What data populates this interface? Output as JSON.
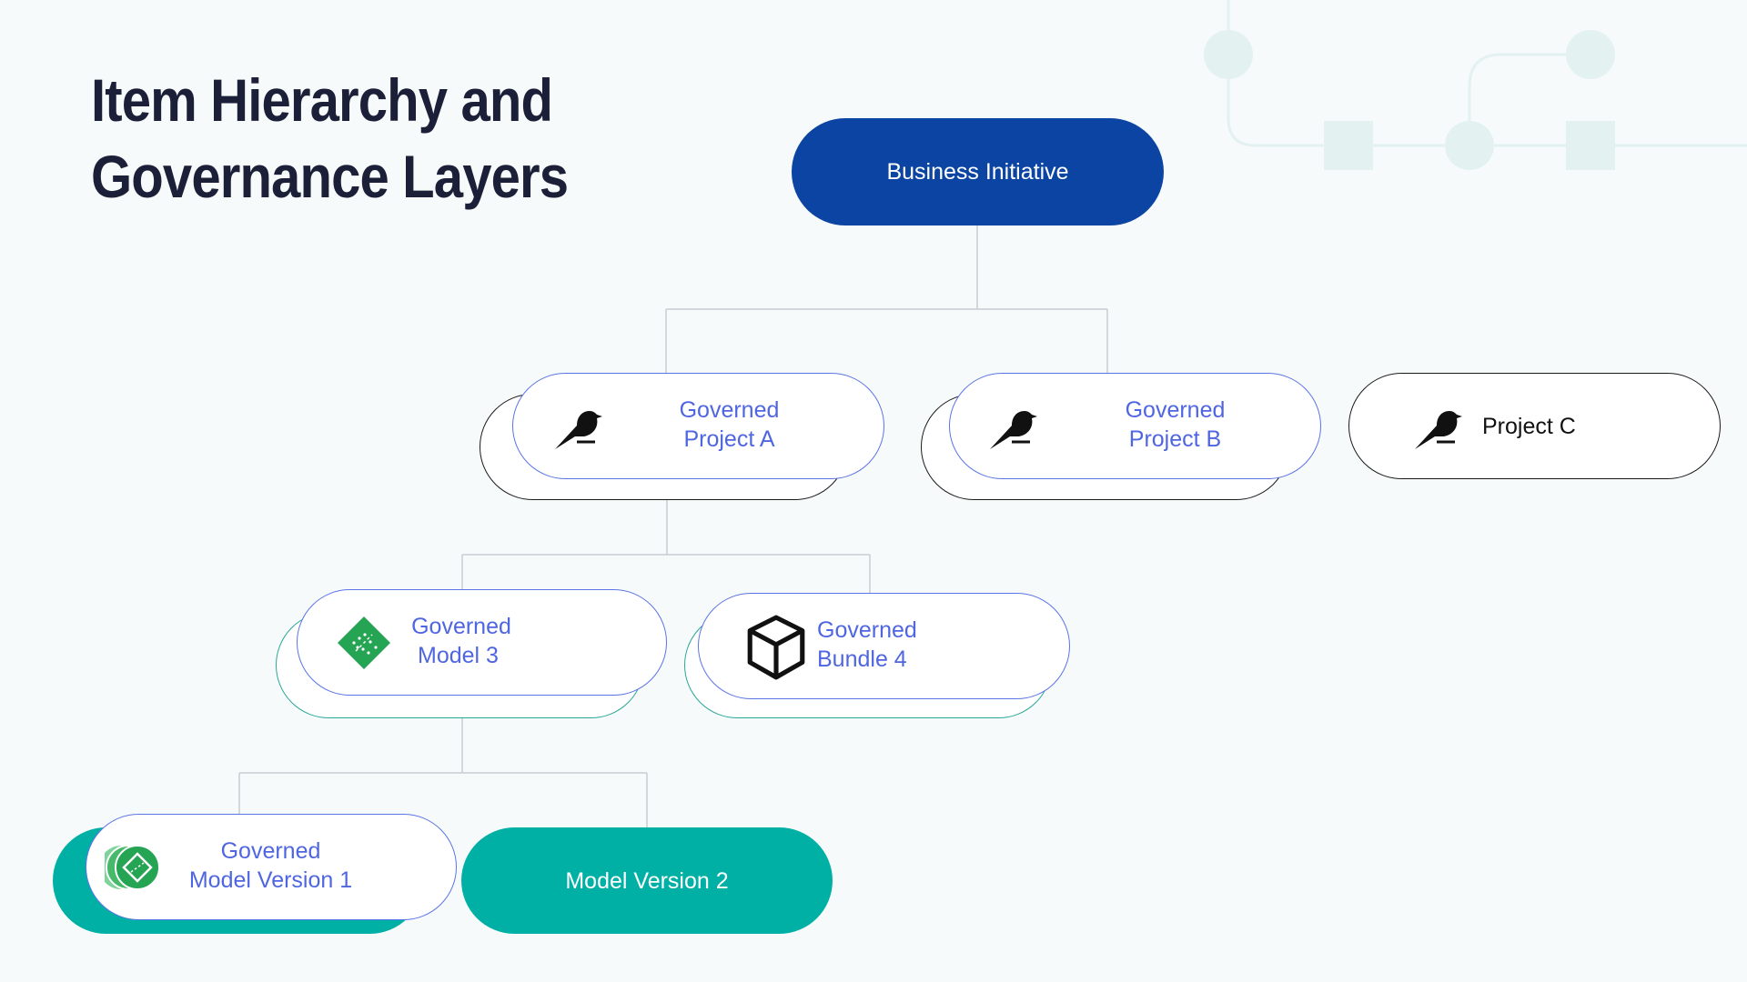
{
  "title": {
    "line1": "Item Hierarchy and",
    "line2": "Governance Layers"
  },
  "nodes": {
    "business_initiative": {
      "label": "Business Initiative",
      "color": "#0c44a3"
    },
    "project_a": {
      "label_line1": "Governed",
      "label_line2": "Project A",
      "icon": "bird-icon"
    },
    "project_b": {
      "label_line1": "Governed",
      "label_line2": "Project B",
      "icon": "bird-icon"
    },
    "project_c": {
      "label": "Project C",
      "icon": "bird-icon"
    },
    "model_3": {
      "label_line1": "Governed",
      "label_line2": "Model 3",
      "icon": "model-diamond-icon"
    },
    "bundle_4": {
      "label_line1": "Governed",
      "label_line2": "Bundle 4",
      "icon": "cube-icon"
    },
    "model_version_1": {
      "label_line1": "Governed",
      "label_line2": "Model Version 1",
      "icon": "model-version-icon"
    },
    "model_version_2": {
      "label": "Model Version 2",
      "color": "#00b0a5"
    }
  },
  "colors": {
    "accent_blue": "#4f66e0",
    "teal": "#00b0a5",
    "navy": "#0c44a3",
    "title": "#1c1f38"
  }
}
